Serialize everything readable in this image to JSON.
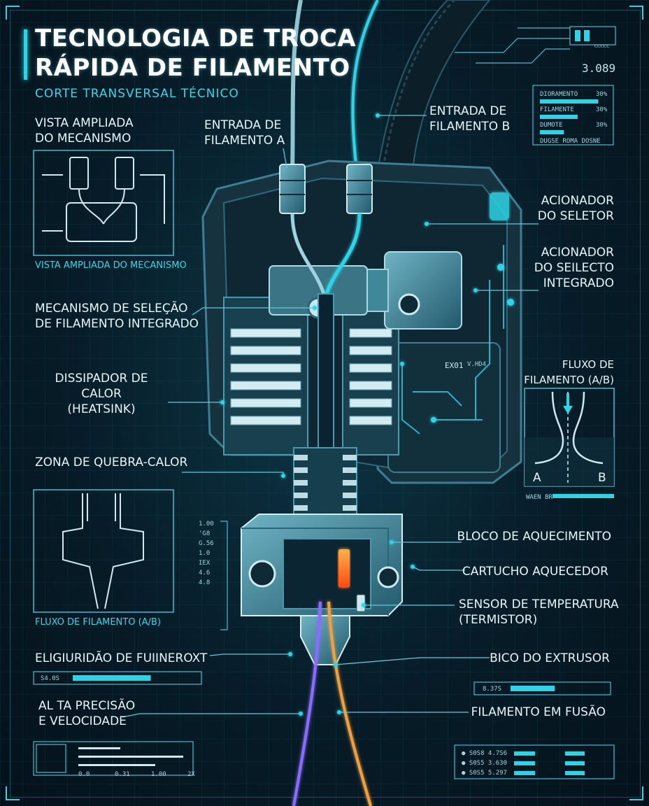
{
  "header": {
    "title_line1": "TECNOLOGIA DE TROCA",
    "title_line2": "RÁPIDA DE FILAMENTO",
    "subtitle": "CORTE TRANSVERSAL TÉCNICO"
  },
  "left_labels": {
    "zoom_view": "VISTA AMPLIADA\nDO MECANISMO",
    "zoom_caption": "VISTA AMPLIADA DO MECANISMO",
    "selection_mechanism": "MECANISMO DE SELEÇÃO\nDE FILAMENTO INTEGRADO",
    "heatsink": "DISSIPADOR DE CALOR\n(HEATSINK)",
    "heat_break": "ZONA DE QUEBRA-CALOR",
    "flow_caption": "FLUXO DE FILAMENTO (A/B)",
    "fluidity": "ELIGIURIDÃO DE FUIINEROXT",
    "precision": "AL TA PRECISÃO\nE VELOCIDADE"
  },
  "top_labels": {
    "entry_a": "ENTRADA DE\nFILAMENTO A",
    "entry_b": "ENTRADA DE\nFILAMENTO B"
  },
  "right_labels": {
    "selector_actuator": "ACIONADOR\nDO SELETOR",
    "integrated_selector": "ACIONADOR\nDO SEILECTO\nINTEGRADO",
    "flow_ab": "FLUXO DE\nFILAMENTO (A/B)",
    "flow_a": "A",
    "flow_b": "B",
    "heater_block": "BLOCO DE AQUECIMENTO",
    "heater_cartridge": "CARTUCHO AQUECEDOR",
    "thermistor": "SENSOR DE TEMPERATURA\n(TERMISTOR)",
    "nozzle": "BICO DO EXTRUSOR",
    "melting": "FILAMENTO EM FUSÃO"
  },
  "hud": {
    "top_right_value": "3.089",
    "top_right_small": "ᴄᴄᴄᴄᴄ",
    "stats": [
      {
        "label": "DIORAMENTO",
        "value": "30%",
        "fill": 0.85
      },
      {
        "label": "FILAMENTE",
        "value": "30%",
        "fill": 0.55
      },
      {
        "label": "DUMOTE",
        "value": "30%",
        "fill": 0.35
      }
    ],
    "stats_footer": "DUGSE   ROMA   DOSNE",
    "flow_meter_label": "WAEN BR",
    "scale_values": [
      "1.00",
      "'G8",
      "G.56",
      "1.0",
      "IEX",
      "4.6",
      "4.8"
    ],
    "left_bar_value": "S4.0S",
    "left_bar_fill": 0.62,
    "right_bar_value": "8.37S",
    "right_bar_fill": 0.45,
    "bottom_left_ticks": [
      "0.0",
      "0.31",
      "1.00",
      "2X"
    ],
    "bottom_right_rows": [
      {
        "a": "S0S8",
        "b": "4.7S6"
      },
      {
        "a": "S0S5",
        "b": "3.630"
      },
      {
        "a": "S0S5",
        "b": "5.297"
      }
    ],
    "motor_text": "EX01",
    "motor_text2": "V.HD4"
  },
  "colors": {
    "accent": "#2ed3e6",
    "filament_a": "#8a6cff",
    "filament_b": "#f0a040",
    "heater": "#ff6a1a"
  }
}
